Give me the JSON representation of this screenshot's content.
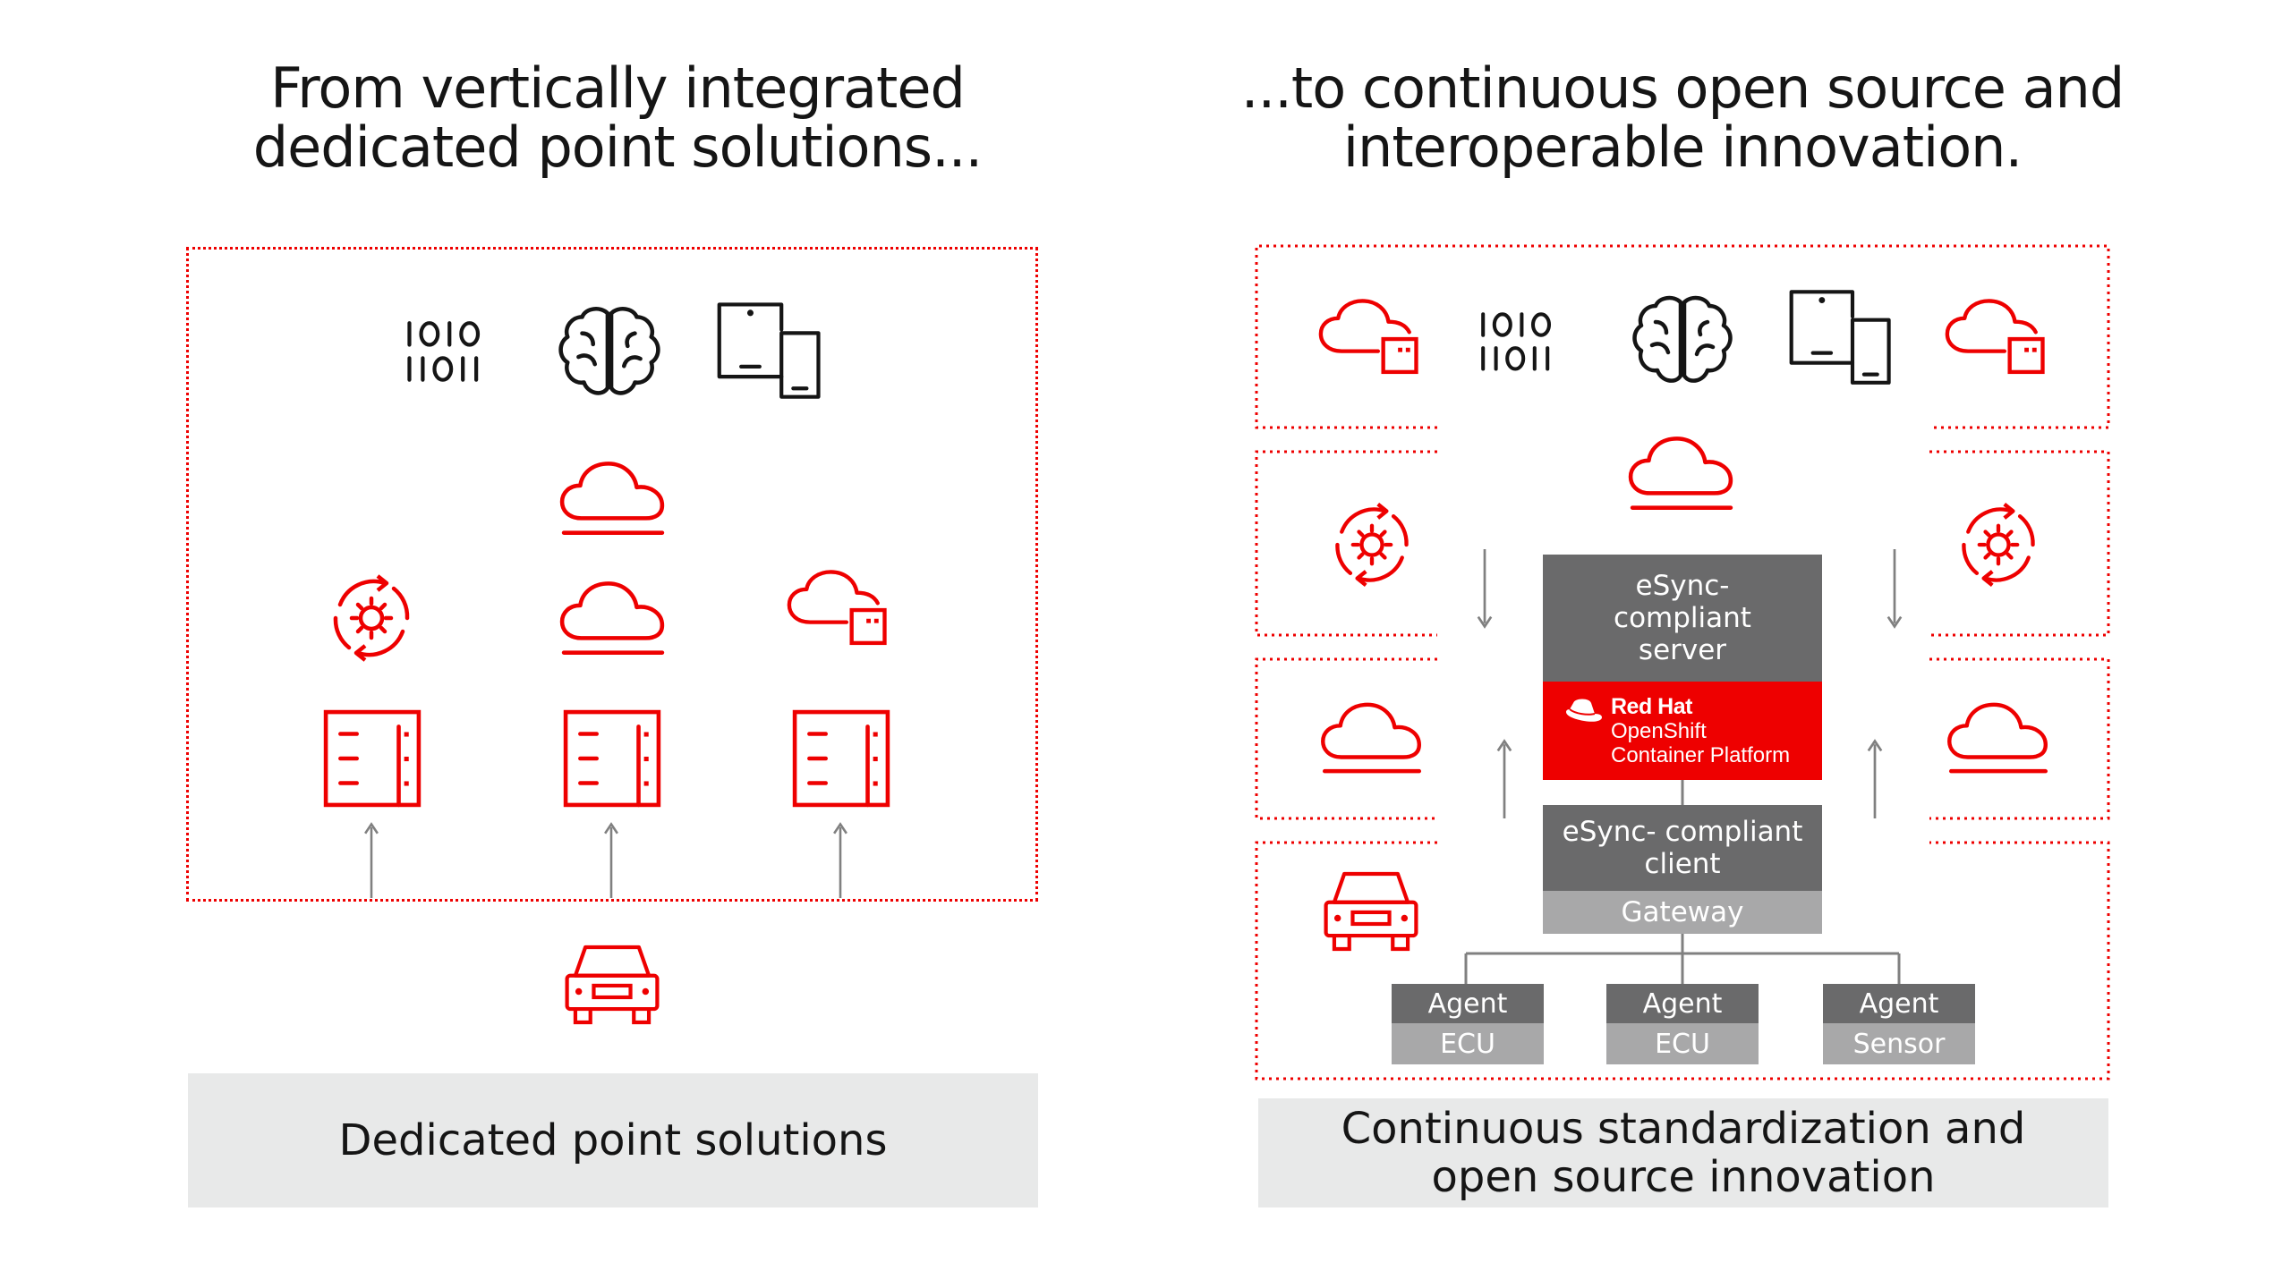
{
  "left": {
    "headline_line1": "From vertically integrated",
    "headline_line2": "dedicated point solutions...",
    "caption": "Dedicated point solutions"
  },
  "right": {
    "headline_line1": "...to continuous open source and",
    "headline_line2": "interoperable innovation.",
    "caption_line1": "Continuous standardization and",
    "caption_line2": "open source innovation",
    "server": {
      "line1": "eSync-",
      "line2": "compliant",
      "line3": "server"
    },
    "openshift": {
      "brand": "Red Hat",
      "line1": "OpenShift",
      "line2": "Container Platform"
    },
    "client": {
      "line1": "eSync- compliant",
      "line2": "client"
    },
    "gateway": "Gateway",
    "agents": [
      {
        "label": "Agent",
        "sub": "ECU"
      },
      {
        "label": "Agent",
        "sub": "ECU"
      },
      {
        "label": "Agent",
        "sub": "Sensor"
      }
    ]
  },
  "colors": {
    "accent": "#ee0000",
    "dark_gray": "#6a6a6b",
    "light_gray": "#a8a8a9",
    "caption_bg": "#e8e9e9"
  },
  "icons": [
    "binary-data-icon",
    "brain-icon",
    "devices-icon",
    "cloud-icon",
    "cloud-service-icon",
    "sync-gear-icon",
    "server-rack-icon",
    "car-icon",
    "arrow-icon"
  ]
}
